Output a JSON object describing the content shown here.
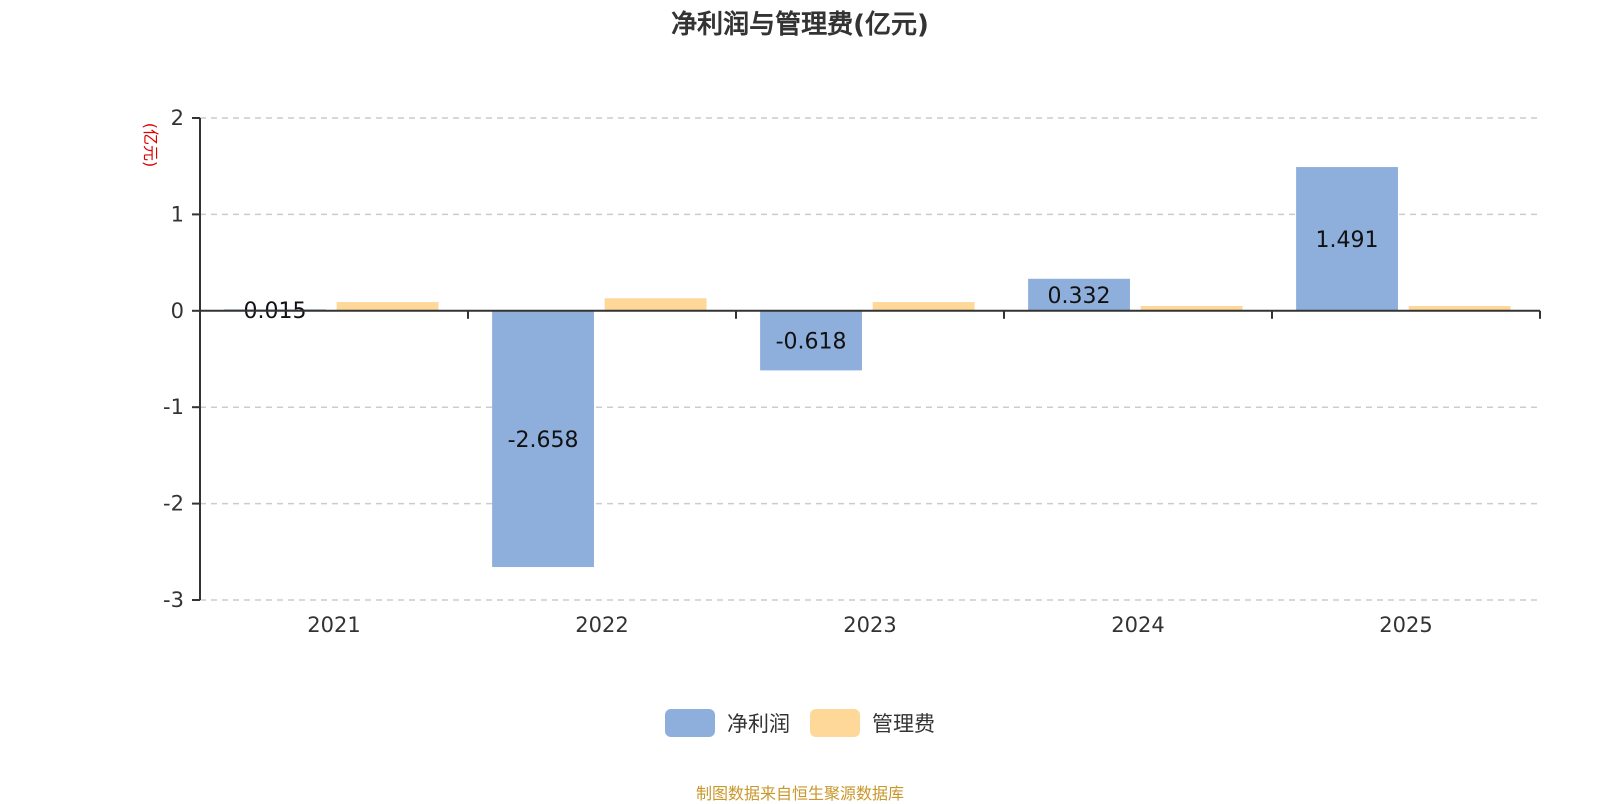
{
  "chart_data": {
    "type": "bar",
    "title": "净利润与管理费(亿元)",
    "ylabel": "(亿元)",
    "xlabel": "",
    "ylim": [
      -3,
      2
    ],
    "yticks": [
      "2",
      "1",
      "0",
      "-1",
      "-2",
      "-3"
    ],
    "ytick_values": [
      2,
      1,
      0,
      -1,
      -2,
      -3
    ],
    "categories": [
      "2021",
      "2022",
      "2023",
      "2024",
      "2025"
    ],
    "grid": true,
    "legend_position": "bottom",
    "series": [
      {
        "name": "净利润",
        "color": "#8eaedb",
        "values": [
          0.015,
          -2.658,
          -0.618,
          0.332,
          1.491
        ],
        "labels": [
          "0.015",
          "-2.658",
          "-0.618",
          "0.332",
          "1.491"
        ]
      },
      {
        "name": "管理费",
        "color": "#fdd898",
        "values": [
          0.09,
          0.13,
          0.09,
          0.05,
          0.05
        ]
      }
    ]
  },
  "source": "制图数据来自恒生聚源数据库"
}
